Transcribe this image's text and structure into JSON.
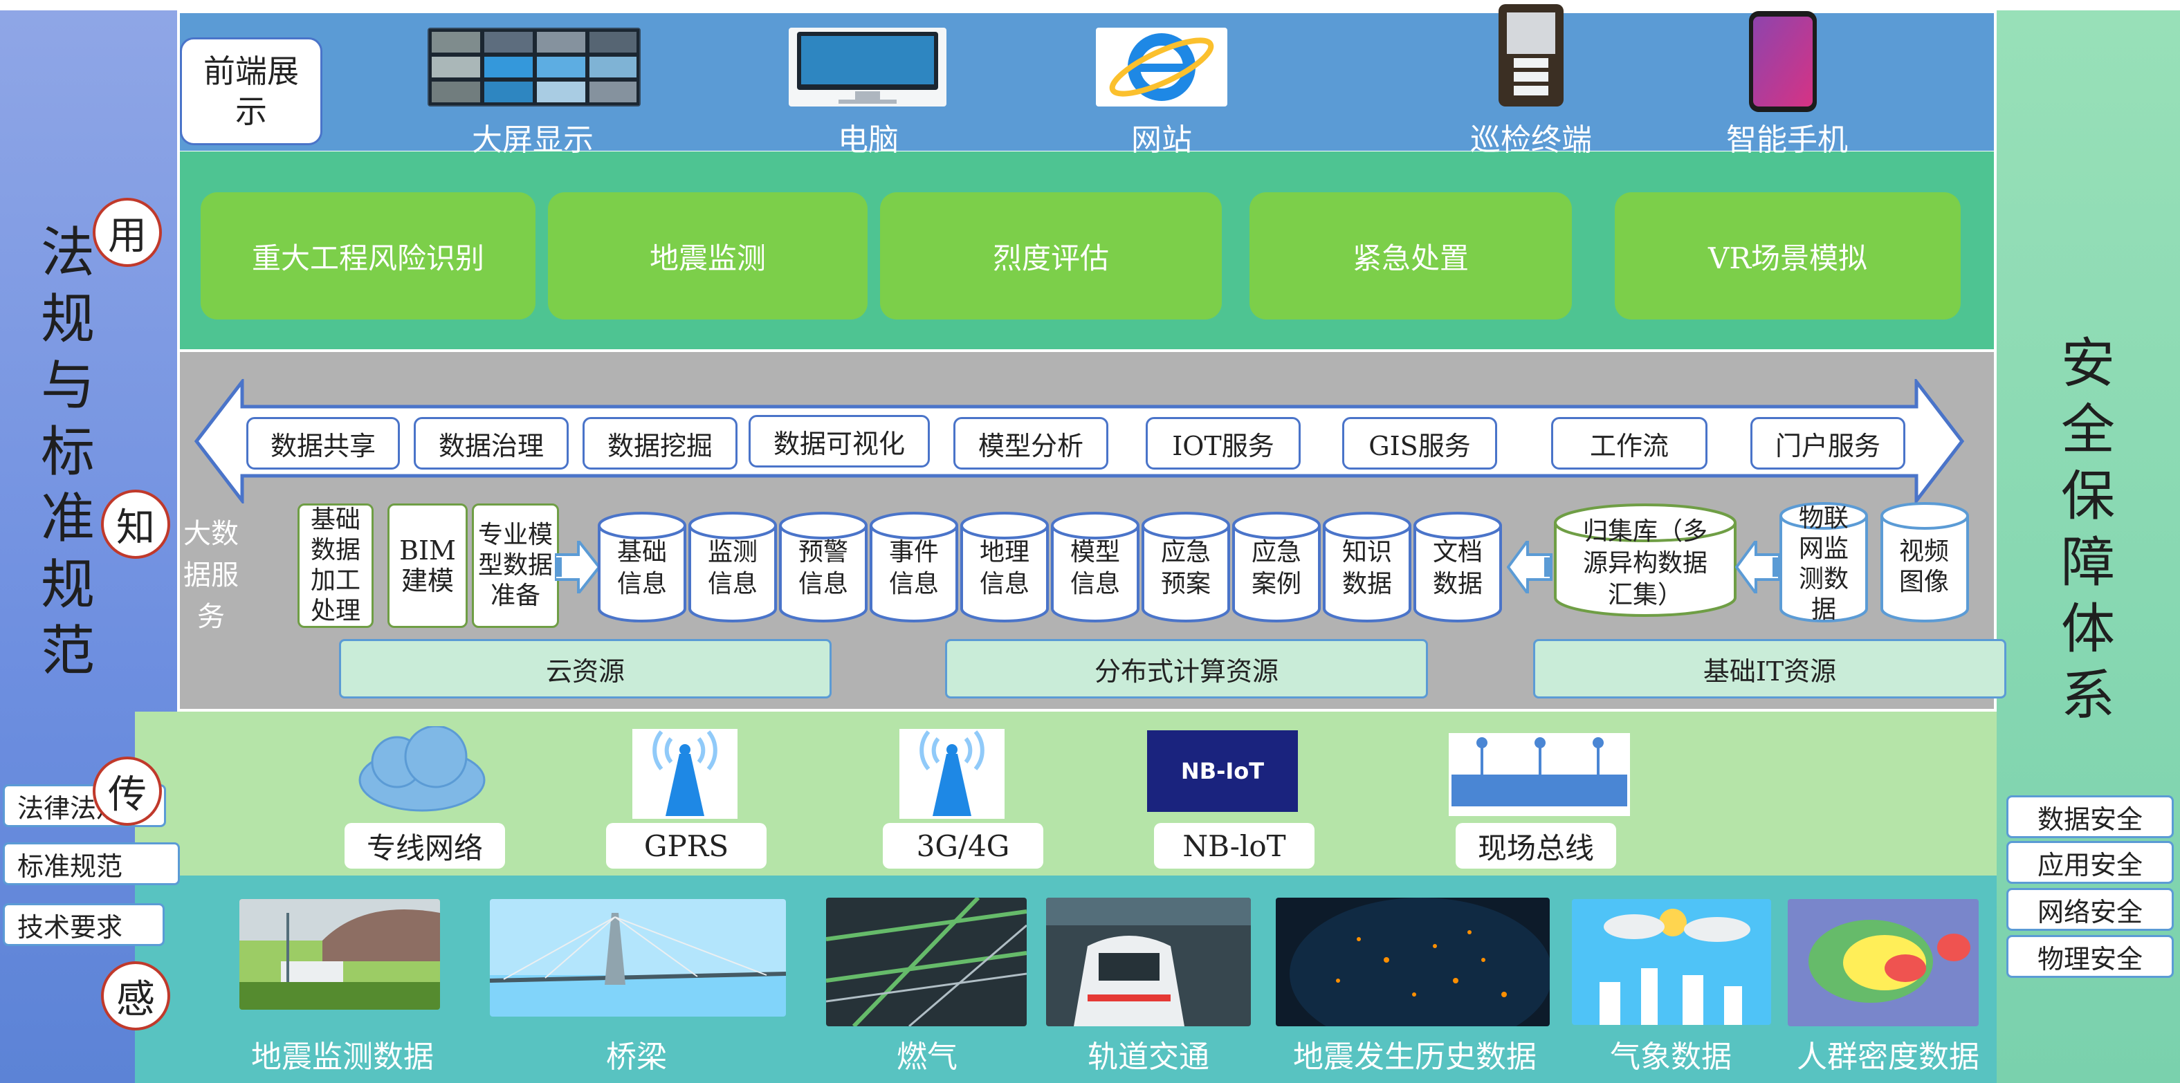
{
  "left_title": [
    "法",
    "规",
    "与",
    "标",
    "准",
    "规",
    "范"
  ],
  "right_title": [
    "安",
    "全",
    "保",
    "障",
    "体",
    "系"
  ],
  "layers": {
    "use": "用",
    "know": "知",
    "trans": "传",
    "sense": "感"
  },
  "front": {
    "label": "前端展示",
    "devices": [
      "大屏显示",
      "电脑",
      "网站",
      "巡检终端",
      "智能手机"
    ]
  },
  "apps": [
    "重大工程风险识别",
    "地震监测",
    "烈度评估",
    "紧急处置",
    "VR场景模拟"
  ],
  "services": [
    "数据共享",
    "数据治理",
    "数据挖掘",
    "数据可视化",
    "模型分析",
    "IOT服务",
    "GIS服务",
    "工作流",
    "门户服务"
  ],
  "bigdata_label": "大数据服务",
  "process_boxes": [
    "基础数据加工处理",
    "BIM建模",
    "专业模型数据准备"
  ],
  "databases": [
    "基础信息",
    "监测信息",
    "预警信息",
    "事件信息",
    "地理信息",
    "模型信息",
    "应急预案",
    "应急案例",
    "知识数据",
    "文档数据"
  ],
  "collector": "归集库（多源异构数据汇集）",
  "sources": [
    "物联网监测数据",
    "视频图像"
  ],
  "resources": [
    "云资源",
    "分布式计算资源",
    "基础IT资源"
  ],
  "networks": [
    "专线网络",
    "GPRS",
    "3G/4G",
    "NB-loT",
    "现场总线"
  ],
  "nbiot_logo": "NB-IoT",
  "sensing": [
    "地震监测数据",
    "桥梁",
    "燃气",
    "轨道交通",
    "地震发生历史数据",
    "气象数据",
    "人群密度数据"
  ],
  "law_items": [
    "法律法规",
    "标准规范",
    "技术要求"
  ],
  "security_items": [
    "数据安全",
    "应用安全",
    "网络安全",
    "物理安全"
  ]
}
